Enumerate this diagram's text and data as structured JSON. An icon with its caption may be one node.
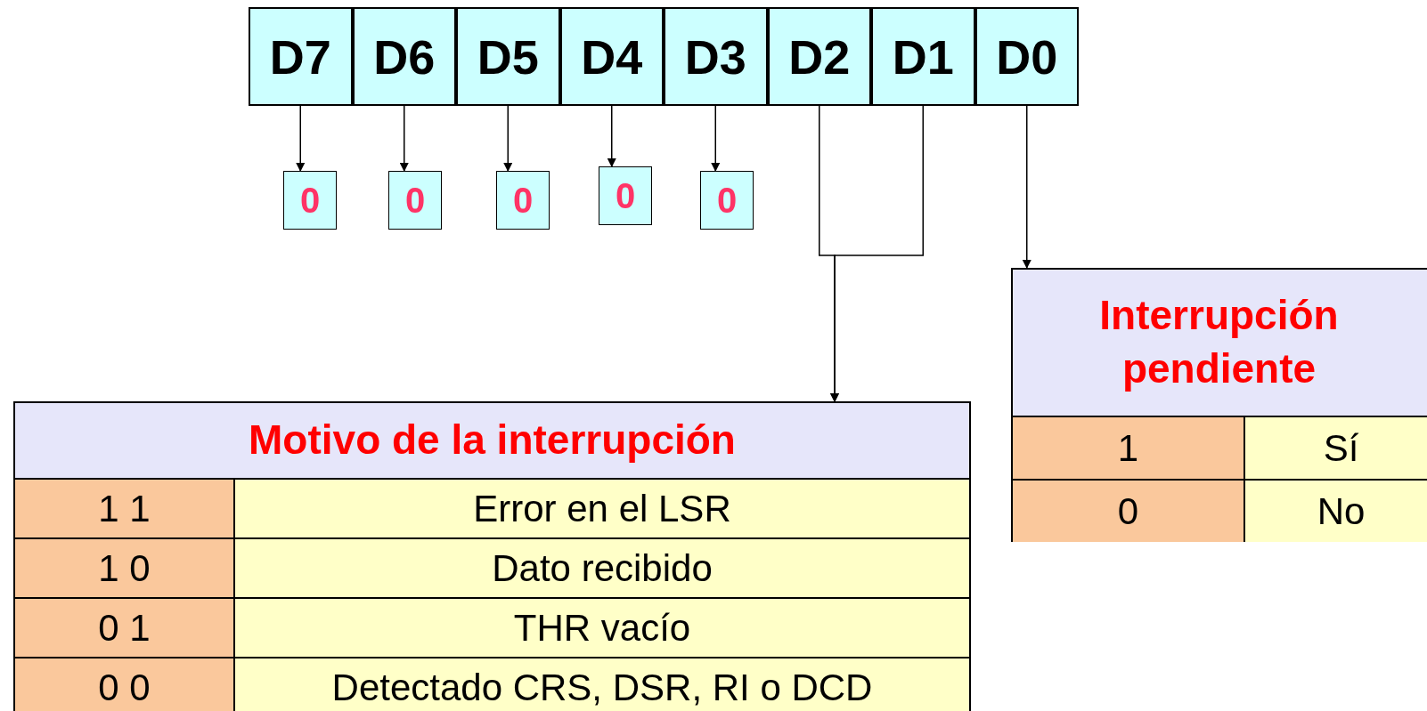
{
  "diagram": {
    "nodes": [
      {
        "text": [
          "D7"
        ]
      },
      {
        "text": [
          "D6"
        ]
      },
      {
        "text": [
          "D5"
        ]
      },
      {
        "text": [
          "D4"
        ]
      },
      {
        "text": [
          "D3"
        ]
      },
      {
        "text": [
          "D2"
        ]
      },
      {
        "text": [
          "D1"
        ]
      },
      {
        "text": [
          "D0"
        ]
      },
      {
        "text": [
          "0"
        ]
      },
      {
        "text": [
          "0"
        ]
      },
      {
        "text": [
          "0"
        ]
      },
      {
        "text": [
          "0"
        ]
      },
      {
        "text": [
          "0"
        ]
      },
      {
        "text": [
          "Motivo de la interrupción"
        ]
      },
      {
        "text": [
          "Interrupción pendiente"
        ]
      }
    ],
    "edges": [
      {
        "from": 0,
        "to": 8,
        "arrow": "to"
      },
      {
        "from": 1,
        "to": 9,
        "arrow": "to"
      },
      {
        "from": 2,
        "to": 10,
        "arrow": "to"
      },
      {
        "from": 3,
        "to": 11,
        "arrow": "to"
      },
      {
        "from": 4,
        "to": 12,
        "arrow": "to"
      },
      {
        "from": 5,
        "to": 13,
        "arrow": "to"
      },
      {
        "from": 6,
        "to": 13,
        "arrow": "to"
      },
      {
        "from": 7,
        "to": 14,
        "arrow": "to"
      }
    ],
    "labels": [
      "1 1",
      "Error en el LSR",
      "1 0",
      "Dato recibido",
      "0 1",
      "THR vacío",
      "0 0",
      "Detectado CRS, DSR, RI o DCD",
      "1",
      "Sí",
      "0",
      "No"
    ]
  }
}
